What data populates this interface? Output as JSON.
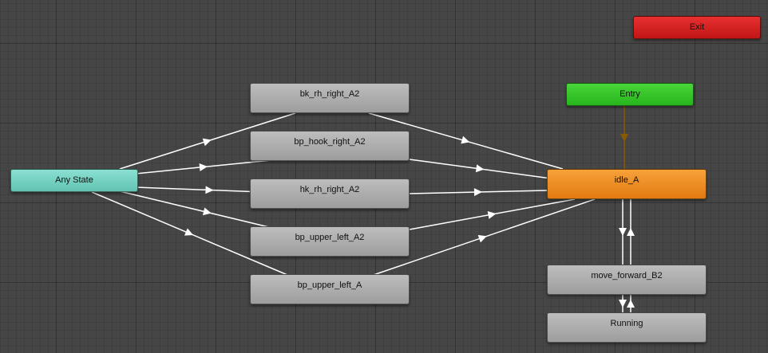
{
  "graph": {
    "nodes": [
      {
        "id": "exit",
        "label": "Exit",
        "kind": "exit"
      },
      {
        "id": "entry",
        "label": "Entry",
        "kind": "entry"
      },
      {
        "id": "any-state",
        "label": "Any State",
        "kind": "anystate"
      },
      {
        "id": "bk-rh-right-a2",
        "label": "bk_rh_right_A2",
        "kind": "state"
      },
      {
        "id": "bp-hook-right-a2",
        "label": "bp_hook_right_A2",
        "kind": "state"
      },
      {
        "id": "hk-rh-right-a2",
        "label": "hk_rh_right_A2",
        "kind": "state"
      },
      {
        "id": "bp-upper-left-a2",
        "label": "bp_upper_left_A2",
        "kind": "state"
      },
      {
        "id": "bp-upper-left-a",
        "label": "bp_upper_left_A",
        "kind": "state"
      },
      {
        "id": "idle-a",
        "label": "idle_A",
        "kind": "default"
      },
      {
        "id": "move-forward-b2",
        "label": "move_forward_B2",
        "kind": "state"
      },
      {
        "id": "running",
        "label": "Running",
        "kind": "state"
      }
    ],
    "transitions": [
      {
        "from": "entry",
        "to": "idle-a"
      },
      {
        "from": "any-state",
        "to": "bk-rh-right-a2"
      },
      {
        "from": "any-state",
        "to": "bp-hook-right-a2"
      },
      {
        "from": "any-state",
        "to": "hk-rh-right-a2"
      },
      {
        "from": "any-state",
        "to": "bp-upper-left-a2"
      },
      {
        "from": "any-state",
        "to": "bp-upper-left-a"
      },
      {
        "from": "bk-rh-right-a2",
        "to": "idle-a"
      },
      {
        "from": "bp-hook-right-a2",
        "to": "idle-a"
      },
      {
        "from": "hk-rh-right-a2",
        "to": "idle-a"
      },
      {
        "from": "bp-upper-left-a2",
        "to": "idle-a"
      },
      {
        "from": "bp-upper-left-a",
        "to": "idle-a"
      },
      {
        "from": "idle-a",
        "to": "move-forward-b2"
      },
      {
        "from": "move-forward-b2",
        "to": "idle-a"
      },
      {
        "from": "move-forward-b2",
        "to": "running"
      },
      {
        "from": "running",
        "to": "move-forward-b2"
      }
    ]
  },
  "colors": {
    "canvas": "#464646",
    "transition": "#ffffff",
    "entry_transition": "#8a5a00",
    "state": "#a8a8a8",
    "default_state": "#f39a2c",
    "entry": "#3ccb2d",
    "exit": "#d92222",
    "any_state": "#76d3c3"
  }
}
